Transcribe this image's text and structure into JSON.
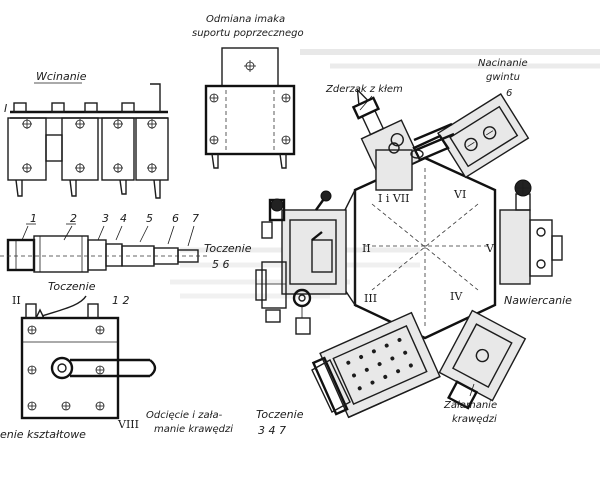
{
  "labels": {
    "wcinanie": "Wcinanie",
    "odmiana_1": "Odmiana imaka",
    "odmiana_2": "suportu poprzecznego",
    "zderzak": "Zderzak z kłem",
    "naciananie_1": "Nacinanie",
    "naciananie_2": "gwintu",
    "naciananie_num": "6",
    "toczenie_56_1": "Toczenie",
    "toczenie_56_2": "5  6",
    "toczenie_12_1": "Toczenie",
    "toczenie_12_2": "1  2",
    "nawiercanie": "Nawiercanie",
    "odciecie_1": "Odcięcie i zała-",
    "odciecie_2": "manie krawędzi",
    "toczenie_347_1": "Toczenie",
    "toczenie_347_2": "3  4  7",
    "zalamanie_1": "Załamanie",
    "zalamanie_2": "krawędzi",
    "ksztaltowe": "enie kształtowe",
    "viii": "VIII",
    "ii_left": "II"
  },
  "part_numbers": [
    "1",
    "2",
    "3",
    "4",
    "5",
    "6",
    "7"
  ],
  "hex_positions": {
    "i_vii": "I i VII",
    "vi": "VI",
    "ii": "II",
    "v": "V",
    "iii": "III",
    "iv": "IV"
  }
}
